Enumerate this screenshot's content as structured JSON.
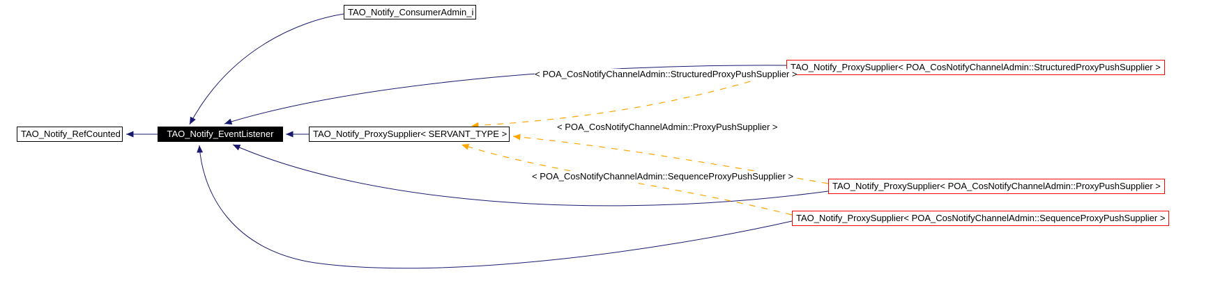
{
  "diagram": {
    "colors": {
      "inheritance_arrow": "#191970",
      "template_instantiation_arrow": "#ffa500",
      "highlighted_node_border": "#ff0000",
      "current_node_background": "#000000"
    },
    "nodes": [
      {
        "id": "ref_counted",
        "label": "TAO_Notify_RefCounted",
        "type": "class"
      },
      {
        "id": "event_listener",
        "label": "TAO_Notify_EventListener",
        "type": "current"
      },
      {
        "id": "proxy_supplier_template",
        "label": "TAO_Notify_ProxySupplier< SERVANT_TYPE >",
        "type": "class"
      },
      {
        "id": "consumer_admin",
        "label": "TAO_Notify_ConsumerAdmin_i",
        "type": "class"
      },
      {
        "id": "proxy_supplier_structured",
        "label": "TAO_Notify_ProxySupplier< POA_CosNotifyChannelAdmin::StructuredProxyPushSupplier >",
        "type": "highlight"
      },
      {
        "id": "proxy_supplier_push",
        "label": "TAO_Notify_ProxySupplier< POA_CosNotifyChannelAdmin::ProxyPushSupplier >",
        "type": "highlight"
      },
      {
        "id": "proxy_supplier_sequence",
        "label": "TAO_Notify_ProxySupplier< POA_CosNotifyChannelAdmin::SequenceProxyPushSupplier >",
        "type": "highlight"
      }
    ],
    "edge_labels": [
      {
        "text": "< POA_CosNotifyChannelAdmin::StructuredProxyPushSupplier >"
      },
      {
        "text": "< POA_CosNotifyChannelAdmin::ProxyPushSupplier >"
      },
      {
        "text": "< POA_CosNotifyChannelAdmin::SequenceProxyPushSupplier >"
      }
    ]
  }
}
